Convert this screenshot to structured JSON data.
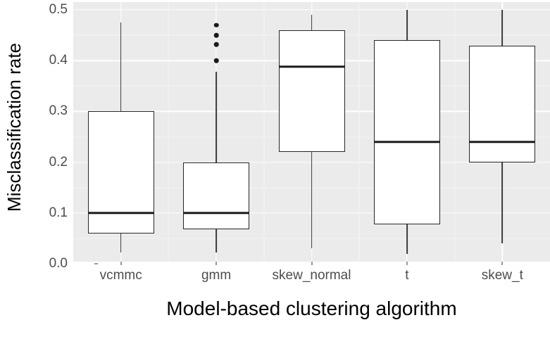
{
  "chart_data": {
    "type": "boxplot",
    "title": "",
    "xlabel": "Model-based clustering algorithm",
    "ylabel": "Misclassification rate",
    "ylim": [
      0.0,
      0.5
    ],
    "ytick_labels": [
      "0.0",
      "0.1",
      "0.2",
      "0.3",
      "0.4",
      "0.5"
    ],
    "ytick_values": [
      0.0,
      0.1,
      0.2,
      0.3,
      0.4,
      0.5
    ],
    "yminor_values": [
      0.05,
      0.15,
      0.25,
      0.35,
      0.45
    ],
    "grid": true,
    "legend": "none",
    "categories": [
      "vcmmc",
      "gmm",
      "skew_normal",
      "t",
      "skew_t"
    ],
    "boxes": [
      {
        "category": "vcmmc",
        "whisker_low": 0.022,
        "q1": 0.06,
        "median": 0.1,
        "q3": 0.3,
        "whisker_high": 0.475,
        "outliers": []
      },
      {
        "category": "gmm",
        "whisker_low": 0.022,
        "q1": 0.068,
        "median": 0.1,
        "q3": 0.2,
        "whisker_high": 0.378,
        "outliers": [
          0.4,
          0.432,
          0.45,
          0.47
        ]
      },
      {
        "category": "skew_normal",
        "whisker_low": 0.03,
        "q1": 0.22,
        "median": 0.388,
        "q3": 0.46,
        "whisker_high": 0.49,
        "outliers": []
      },
      {
        "category": "t",
        "whisker_low": 0.02,
        "q1": 0.078,
        "median": 0.24,
        "q3": 0.44,
        "whisker_high": 0.5,
        "outliers": []
      },
      {
        "category": "skew_t",
        "whisker_low": 0.04,
        "q1": 0.2,
        "median": 0.24,
        "q3": 0.43,
        "whisker_high": 0.5,
        "outliers": []
      }
    ]
  },
  "style": {
    "panel_background": "#ebebeb",
    "grid_major_color": "#ffffff",
    "grid_minor_color": "#f5f5f5",
    "box_fill": "#ffffff",
    "box_stroke": "#262626",
    "median_color": "#1a1a1a",
    "axis_text_color": "#4d4d4d",
    "axis_title_color": "#000000",
    "figure_background": "#ffffff"
  }
}
